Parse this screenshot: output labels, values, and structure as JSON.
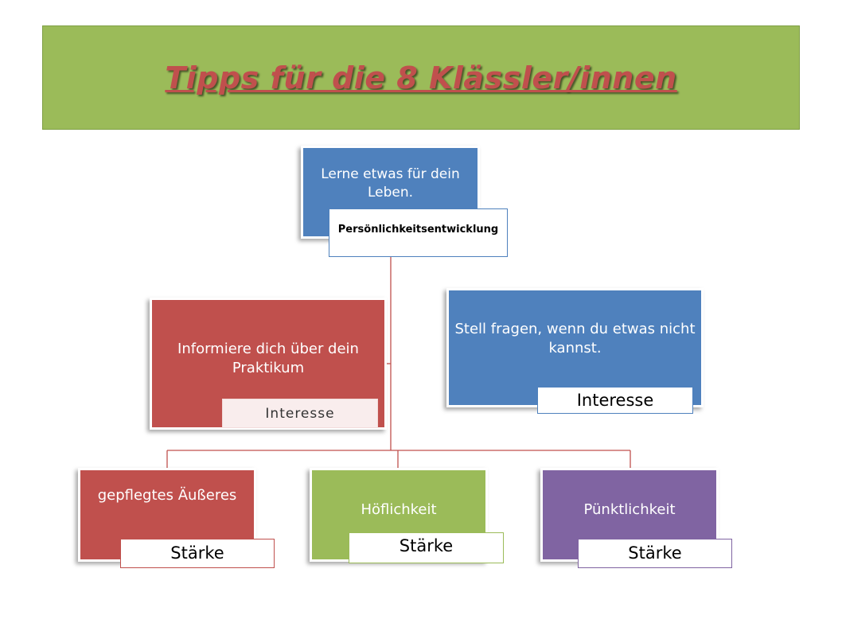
{
  "title": "Tipps für die 8 Klässler/innen",
  "colors": {
    "title_bg": "#9bbb59",
    "title_text": "#c0504d",
    "blue": "#4f81bd",
    "red": "#c0504d",
    "green": "#9bbb59",
    "purple": "#8064a2",
    "connector": "#c0504d"
  },
  "diagram": {
    "root": {
      "label": "Lerne etwas für dein Leben.",
      "tag": "Persönlichkeitsentwicklung"
    },
    "assistant_left": {
      "label": "Informiere dich über dein Praktikum",
      "tag": "Interesse"
    },
    "assistant_right": {
      "label": "Stell fragen, wenn du etwas nicht kannst.",
      "tag": "Interesse"
    },
    "children": [
      {
        "label": "gepflegtes Äußeres",
        "tag": "Stärke"
      },
      {
        "label": "Höflichkeit",
        "tag": "Stärke"
      },
      {
        "label": "Pünktlichkeit",
        "tag": "Stärke"
      }
    ]
  }
}
